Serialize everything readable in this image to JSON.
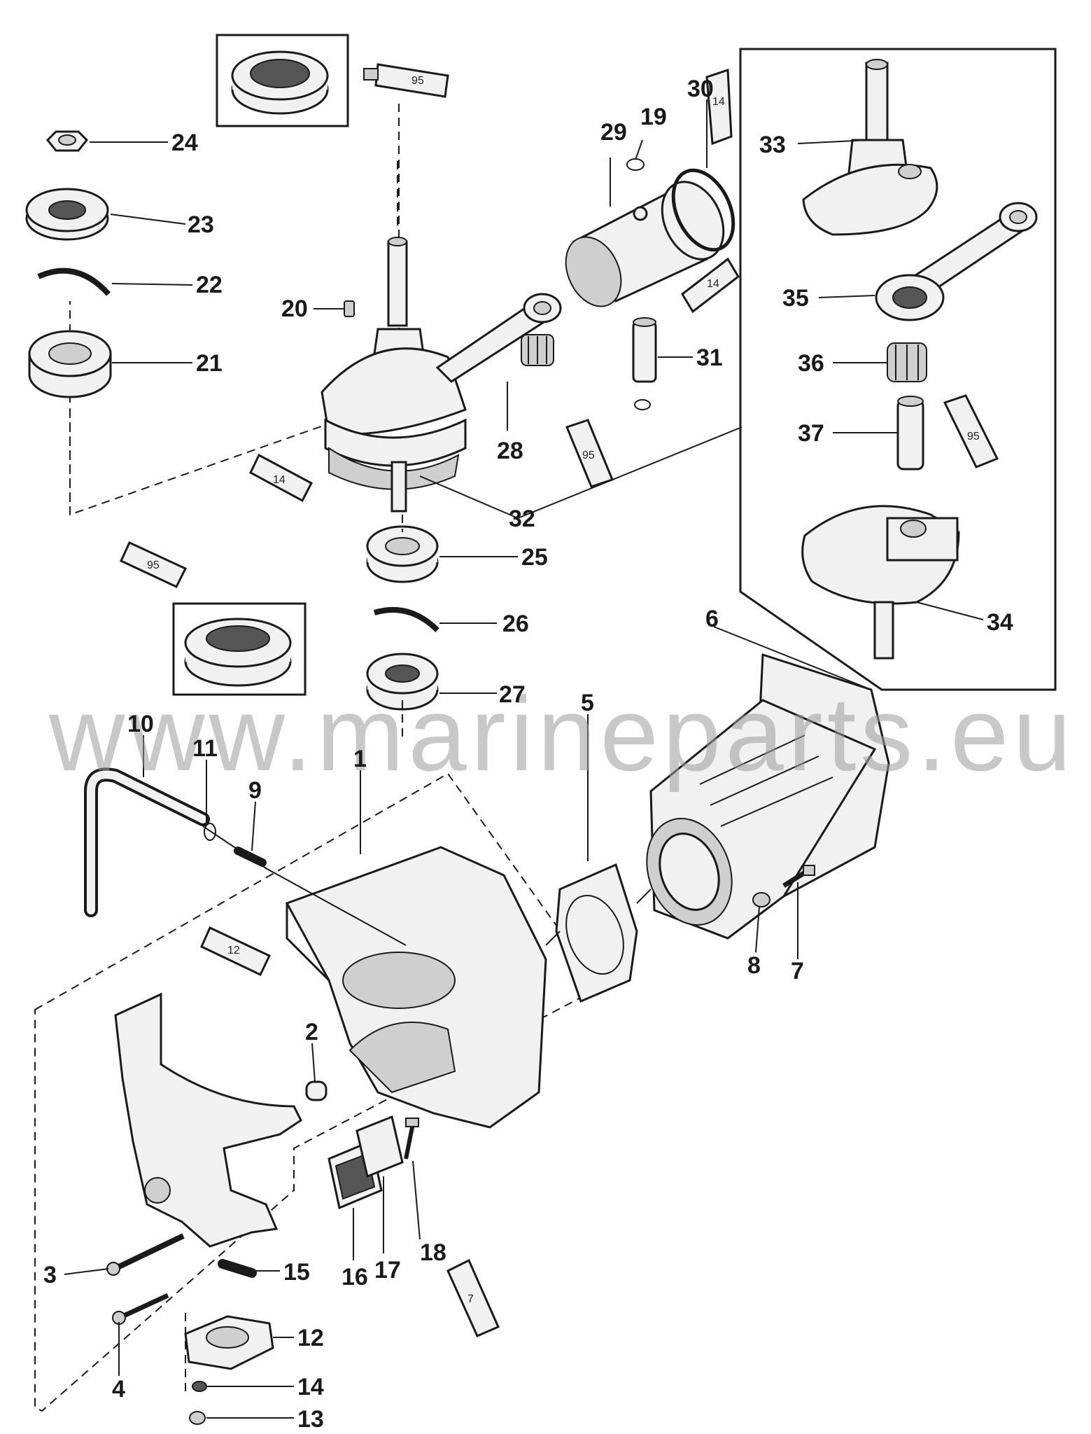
{
  "watermark": "www.marineparts.eu",
  "labels": {
    "p1": "1",
    "p2": "2",
    "p3": "3",
    "p4": "4",
    "p5": "5",
    "p6": "6",
    "p7": "7",
    "p8": "8",
    "p9": "9",
    "p10": "10",
    "p11": "11",
    "p12": "12",
    "p13": "13",
    "p14": "14",
    "p15": "15",
    "p16": "16",
    "p17": "17",
    "p18": "18",
    "p19": "19",
    "p20": "20",
    "p21": "21",
    "p22": "22",
    "p23": "23",
    "p24": "24",
    "p25": "25",
    "p26": "26",
    "p27": "27",
    "p28": "28",
    "p29": "29",
    "p30": "30",
    "p31": "31",
    "p32": "32",
    "p33": "33",
    "p34": "34",
    "p35": "35",
    "p36": "36",
    "p37": "37"
  },
  "tubes": {
    "t95_top": "95",
    "t14_pin": "14",
    "t14_ring": "14",
    "t95_bearing": "95",
    "t14_crank": "14",
    "t95_seal": "95",
    "t95_right": "95",
    "t12": "12",
    "t7": "7"
  }
}
